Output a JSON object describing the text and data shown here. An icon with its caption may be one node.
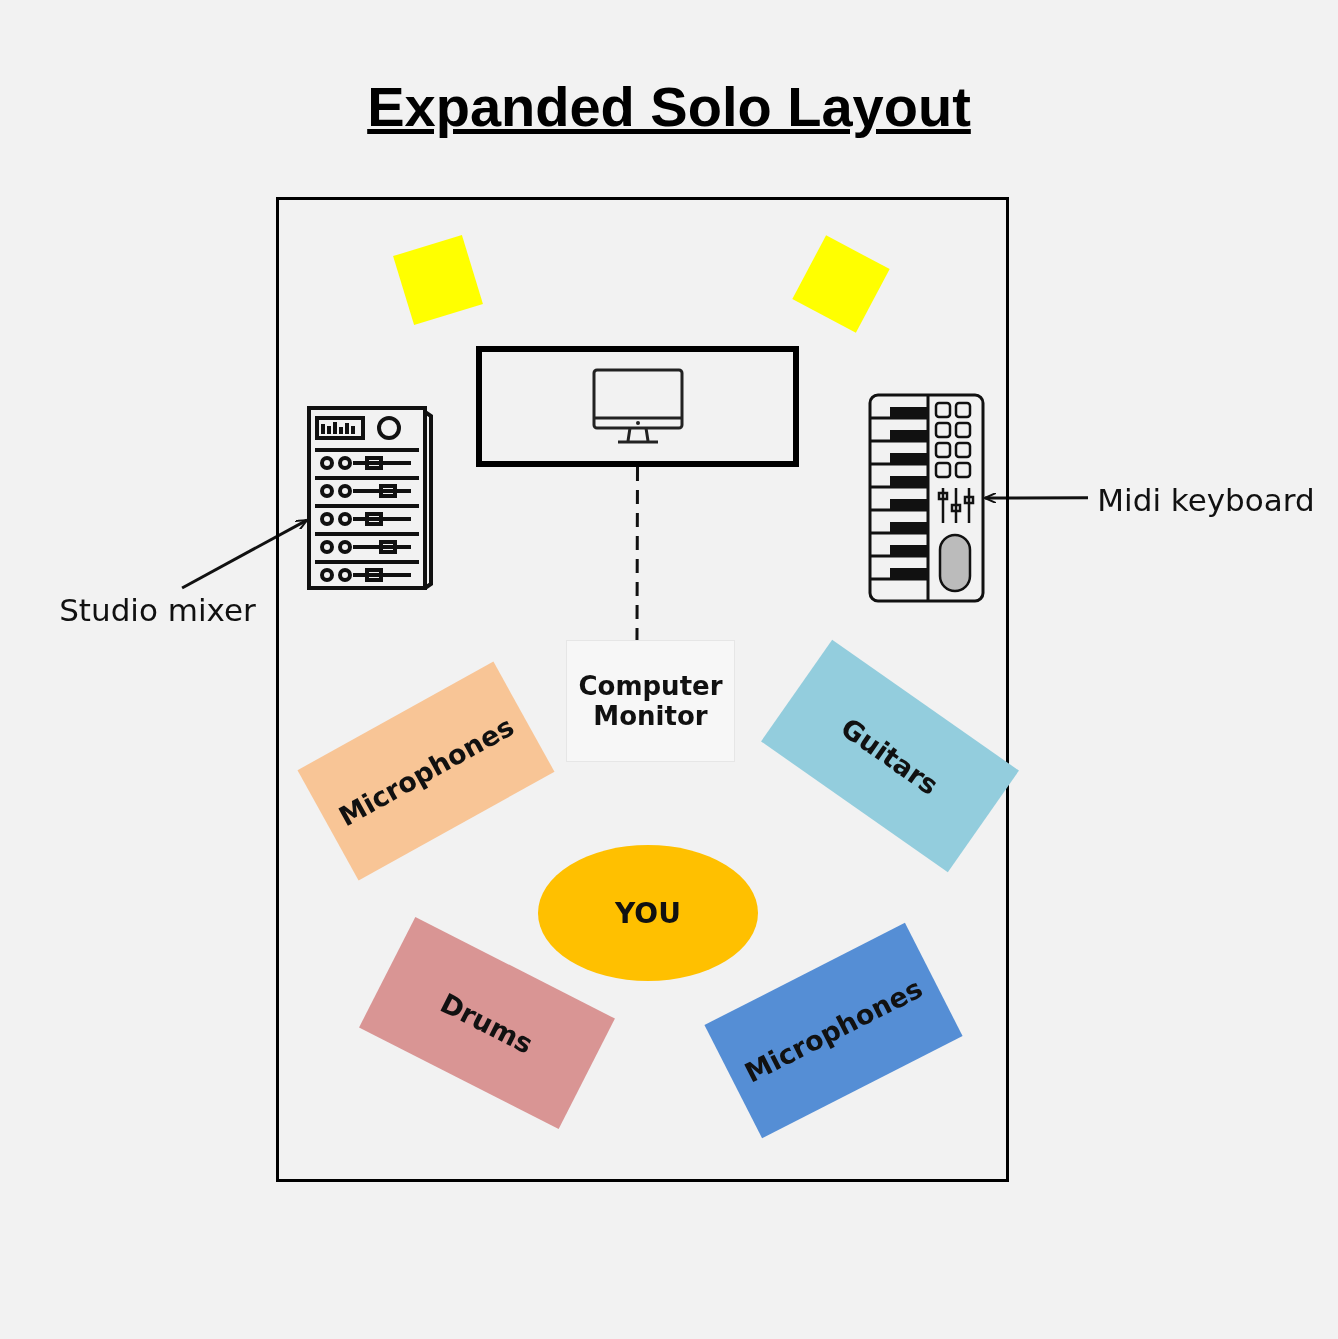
{
  "diagram": {
    "title": "Expanded Solo Layout",
    "nodes": [
      {
        "text": [],
        "shape": "box"
      },
      {
        "text": [],
        "shape": "box",
        "in": 0
      },
      {
        "text": [],
        "shape": "box",
        "in": 0
      },
      {
        "text": [],
        "shape": "box",
        "in": 0
      },
      {
        "text": [],
        "shape": "picture",
        "in": 0
      },
      {
        "text": [],
        "shape": "picture",
        "in": 0
      },
      {
        "text": [
          "Computer Monitor"
        ],
        "in": 0
      },
      {
        "text": [
          "Microphones"
        ],
        "in": 0
      },
      {
        "text": [
          "Guitars"
        ],
        "in": 0
      },
      {
        "text": [
          "YOU"
        ],
        "in": 0
      },
      {
        "text": [
          "Drums"
        ],
        "in": 0
      },
      {
        "text": [
          "Microphones"
        ],
        "in": 0
      },
      {
        "text": [
          "Studio mixer"
        ]
      },
      {
        "text": [
          "Midi keyboard"
        ]
      }
    ],
    "edges": [
      {
        "from": 3,
        "to": 6,
        "arrow": "none",
        "style": "dashed"
      },
      {
        "from": 12,
        "to": 4,
        "arrow": "to"
      },
      {
        "from": 13,
        "to": 5,
        "arrow": "to"
      }
    ]
  }
}
